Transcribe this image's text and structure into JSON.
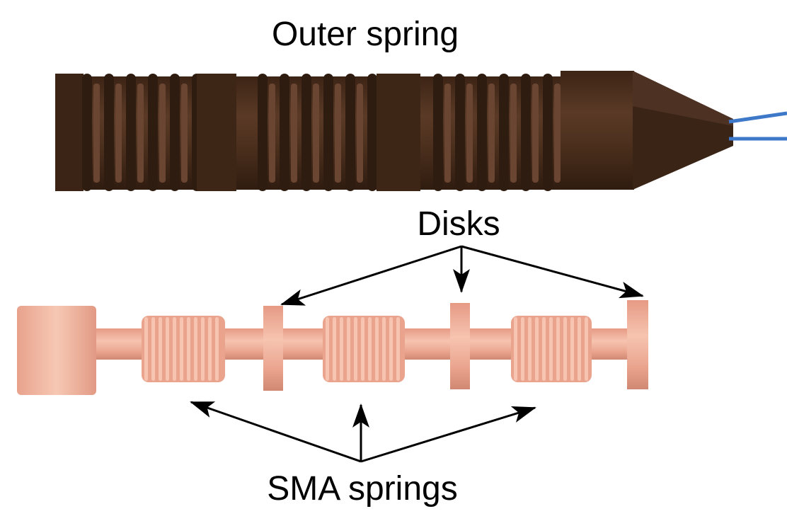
{
  "labels": {
    "outer_spring": "Outer spring",
    "disks": "Disks",
    "sma_springs": "SMA springs"
  },
  "colors": {
    "outer_spring_body": "#4a2e1c",
    "outer_spring_highlight": "#6a4632",
    "outer_spring_shadow": "#2f1c10",
    "wire": "#3e78c8",
    "inner_assembly": "#eaa48e",
    "inner_assembly_light": "#f6c4b0",
    "inner_assembly_shadow": "#cf8a74",
    "arrow": "#000000"
  },
  "components": {
    "outer_spring_icon": "outer-spring-coil",
    "inner_assembly_icon": "sma-spring-disk-assembly",
    "wire_icon": "wire-leads"
  }
}
